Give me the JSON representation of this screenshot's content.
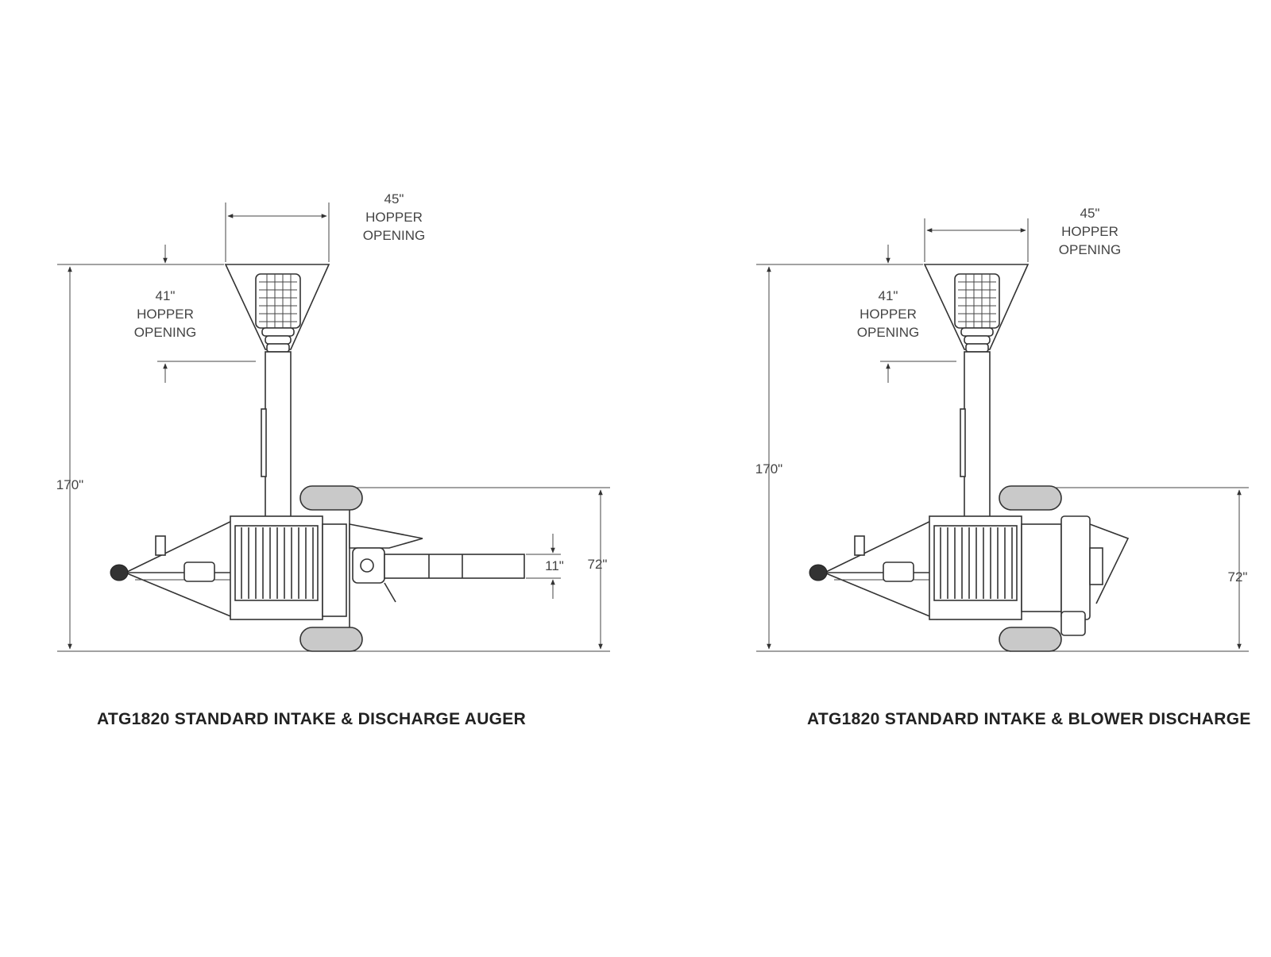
{
  "drawings": [
    {
      "id": "auger",
      "caption": "ATG1820 STANDARD INTAKE & DISCHARGE AUGER",
      "dims": {
        "hopper_width": [
          "45\"",
          "HOPPER",
          "OPENING"
        ],
        "hopper_depth": [
          "41\"",
          "HOPPER",
          "OPENING"
        ],
        "overall_height": "170\"",
        "wheel_height": "72\"",
        "auger_dia": "11\""
      }
    },
    {
      "id": "blower",
      "caption": "ATG1820 STANDARD INTAKE & BLOWER DISCHARGE",
      "dims": {
        "hopper_width": [
          "45\"",
          "HOPPER",
          "OPENING"
        ],
        "hopper_depth": [
          "41\"",
          "HOPPER",
          "OPENING"
        ],
        "overall_height": "170\"",
        "wheel_height": "72\""
      }
    }
  ]
}
